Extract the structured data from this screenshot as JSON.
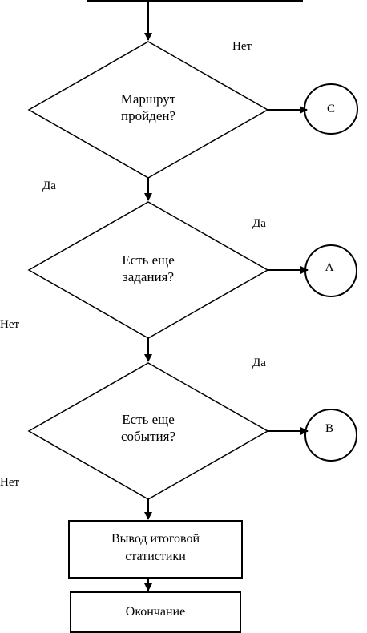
{
  "decisions": [
    {
      "line1": "Маршрут",
      "line2": "пройден?",
      "yes": "Да",
      "no": "Нет",
      "connector": "C"
    },
    {
      "line1": "Есть еще",
      "line2": "задания?",
      "yes": "Да",
      "no": "Нет",
      "connector": "A"
    },
    {
      "line1": "Есть еще",
      "line2": "события?",
      "yes": "Да",
      "no": "Нет",
      "connector": "B"
    }
  ],
  "process": {
    "line1": "Вывод итоговой",
    "line2": "статистики"
  },
  "terminator": {
    "label": "Окончание"
  },
  "colors": {
    "stroke": "#000000",
    "background": "#ffffff"
  }
}
